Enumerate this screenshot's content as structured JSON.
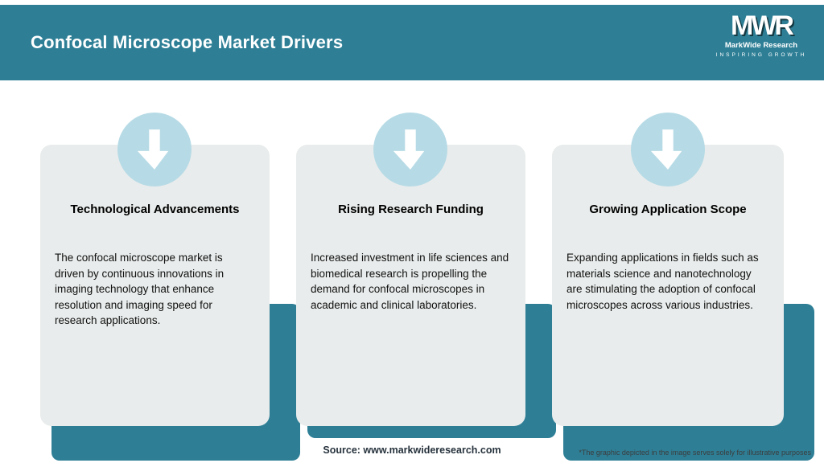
{
  "header": {
    "title": "Confocal Microscope Market Drivers",
    "logo": {
      "acronym": "MWR",
      "name": "MarkWide Research",
      "tagline": "INSPIRING GROWTH"
    }
  },
  "cards": [
    {
      "title": "Technological Advancements",
      "body": "The confocal microscope market is driven by continuous innovations in imaging technology that enhance resolution and imaging speed for research applications."
    },
    {
      "title": "Rising Research Funding",
      "body": "Increased investment in life sciences and biomedical research is propelling the demand for confocal microscopes in academic and clinical laboratories."
    },
    {
      "title": "Growing Application Scope",
      "body": "Expanding applications in fields such as materials science and nanotechnology are stimulating the adoption of confocal microscopes across various industries."
    }
  ],
  "footer": {
    "source": "Source: www.markwideresearch.com",
    "disclaimer": "*The graphic depicted in the image serves solely for illustrative purposes"
  },
  "colors": {
    "header_teal": "#2e7f96",
    "bar_teal": "#2e7f96",
    "circle_blue": "#b7dbe6",
    "card_bg": "#e9ecec"
  }
}
